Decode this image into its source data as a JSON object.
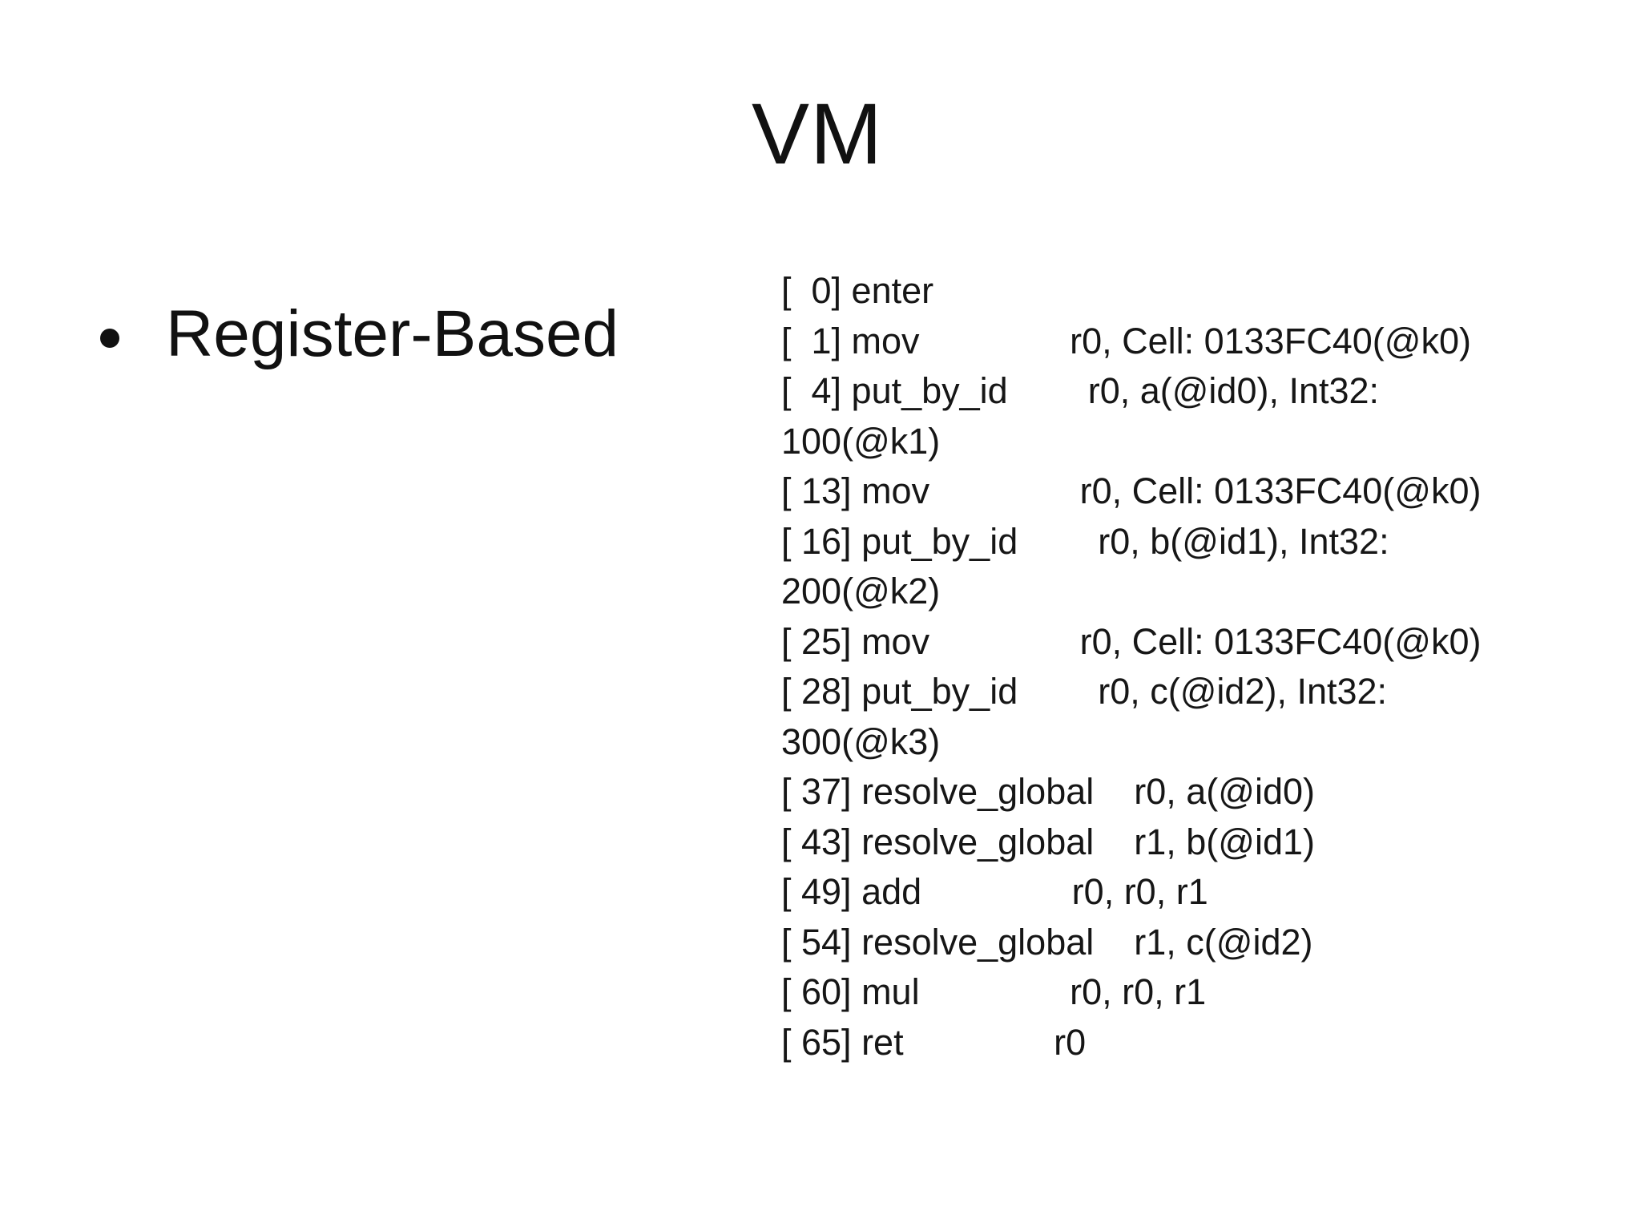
{
  "slide": {
    "title": "VM",
    "bullets": [
      {
        "label": "Register-Based"
      }
    ],
    "bytecode": {
      "description": "register-based VM bytecode listing",
      "text_color": "#161616",
      "lines": [
        "[  0] enter",
        "[  1] mov               r0, Cell: 0133FC40(@k0)",
        "[  4] put_by_id        r0, a(@id0), Int32:",
        "100(@k1)",
        "[ 13] mov               r0, Cell: 0133FC40(@k0)",
        "[ 16] put_by_id        r0, b(@id1), Int32:",
        "200(@k2)",
        "[ 25] mov               r0, Cell: 0133FC40(@k0)",
        "[ 28] put_by_id        r0, c(@id2), Int32:",
        "300(@k3)",
        "[ 37] resolve_global    r0, a(@id0)",
        "[ 43] resolve_global    r1, b(@id1)",
        "[ 49] add               r0, r0, r1",
        "[ 54] resolve_global    r1, c(@id2)",
        "[ 60] mul               r0, r0, r1",
        "[ 65] ret               r0"
      ]
    }
  }
}
